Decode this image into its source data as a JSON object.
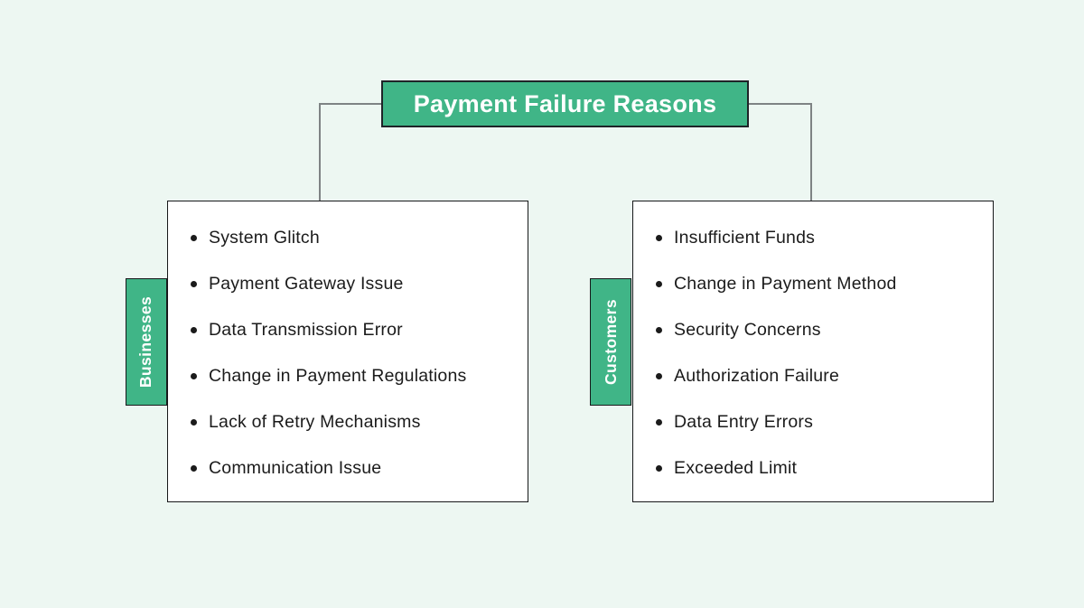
{
  "title": "Payment Failure Reasons",
  "colors": {
    "background": "#edf7f2",
    "accent_green": "#40b587",
    "node_background": "#ffffff",
    "border_dark": "#17181a",
    "connector_gray": "#7e8384",
    "text_dark": "#1b1b1b",
    "label_text": "#ffffff"
  },
  "groups": [
    {
      "label": "Businesses",
      "items": [
        "System Glitch",
        "Payment Gateway Issue",
        "Data Transmission Error",
        "Change in Payment Regulations",
        "Lack of Retry Mechanisms",
        "Communication Issue"
      ]
    },
    {
      "label": "Customers",
      "items": [
        "Insufficient Funds",
        "Change in Payment Method",
        "Security Concerns",
        "Authorization Failure",
        "Data Entry Errors",
        "Exceeded Limit"
      ]
    }
  ]
}
